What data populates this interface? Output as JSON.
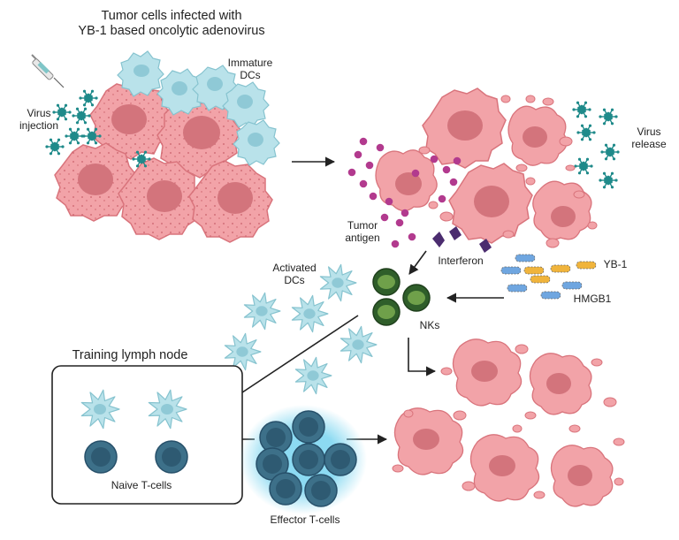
{
  "title": {
    "line1": "Tumor cells infected with",
    "line2": "YB-1 based oncolytic adenovirus"
  },
  "labels": {
    "immature_dcs_1": "Immature",
    "immature_dcs_2": "DCs",
    "virus_injection_1": "Virus",
    "virus_injection_2": "injection",
    "virus_release_1": "Virus",
    "virus_release_2": "release",
    "tumor_antigen_1": "Tumor",
    "tumor_antigen_2": "antigen",
    "interferon": "Interferon",
    "yb1": "YB-1",
    "hmgb1": "HMGB1",
    "activated_dcs_1": "Activated",
    "activated_dcs_2": "DCs",
    "nks": "NKs",
    "training_lymph_node": "Training lymph node",
    "naive_t_cells": "Naive T-cells",
    "effector_t_cells": "Effector T-cells"
  },
  "colors": {
    "tumor_fill": "#f2a3a8",
    "tumor_stroke": "#d9747c",
    "tumor_nucleus": "#d3747c",
    "dc_fill": "#b9e2ea",
    "dc_stroke": "#86c3cf",
    "dc_nucleus": "#8fc9d6",
    "virus": "#1f8a8a",
    "antigen": "#b23a8e",
    "interferon": "#4b2c6f",
    "yb1": "#f0b43c",
    "hmgb1": "#6fa6e0",
    "nk_fill": "#2f5e2a",
    "nk_nucleus": "#6fa04a",
    "tcell_fill": "#3d7089",
    "tcell_nucleus": "#2e5a72",
    "effector_glow": "#7fd6f0",
    "arrow": "#222222"
  }
}
